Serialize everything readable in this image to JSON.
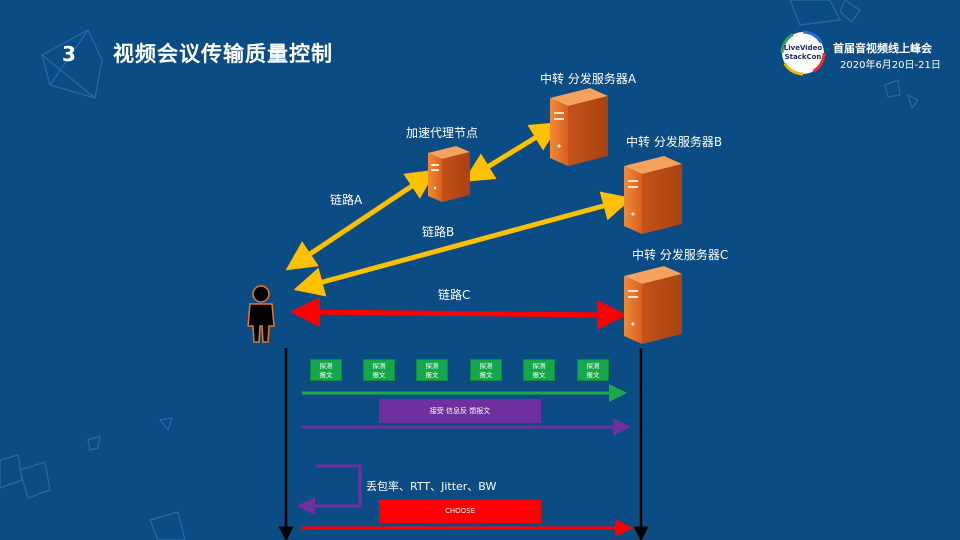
{
  "slide": {
    "number": "3",
    "title": "视频会议传输质量控制"
  },
  "logo": {
    "event": "首届音视频线上峰会",
    "date": "2020年6月20日-21日"
  },
  "nodes": {
    "server_a": "中转 分发服务器A",
    "server_b": "中转 分发服务器B",
    "server_c": "中转 分发服务器C",
    "proxy": "加速代理节点"
  },
  "links": {
    "a": "链路A",
    "b": "链路B",
    "c": "链路C"
  },
  "probes": [
    "探测\n报文",
    "探测\n报文",
    "探测\n报文",
    "探测\n报文",
    "探测\n报文",
    "探测\n报文"
  ],
  "feedback_bar": "接受 信息反 馈报文",
  "metrics_text": "丢包率、RTT、Jitter、BW",
  "choose_bar": "CHOOSE",
  "colors": {
    "background": "#0b4c84",
    "link_yellow": "#ffc000",
    "link_red": "#ff0000",
    "probe_green": "#15a84a",
    "arrow_green": "#1fa84a",
    "purple": "#7030a0",
    "server_orange": "#e8742a"
  }
}
